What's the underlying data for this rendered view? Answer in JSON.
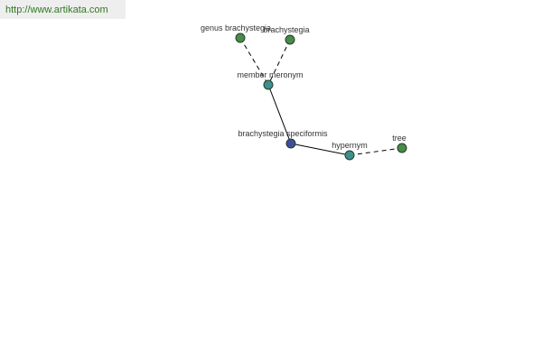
{
  "watermark": {
    "url_text": "http://www.artikata.com"
  },
  "graph": {
    "nodes": {
      "genus_brachystegia": {
        "label": "genus brachystegia",
        "color": "#4a8a4a"
      },
      "brachystegia": {
        "label": "brachystegia",
        "color": "#4a8a4a"
      },
      "member_meronym": {
        "label": "member meronym",
        "color": "#3f8f8f"
      },
      "spiciformis": {
        "label": "brachystegia speciformis",
        "color": "#3c4f9c"
      },
      "hypernym": {
        "label": "hypernym",
        "color": "#3f8f8f"
      },
      "tree": {
        "label": "tree",
        "color": "#4a8a4a"
      }
    }
  }
}
